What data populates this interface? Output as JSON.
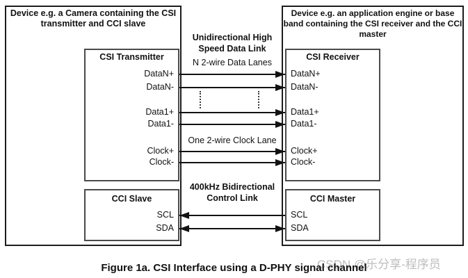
{
  "diagram": {
    "left_device": {
      "title": "Device e.g. a Camera containing the CSI transmitter and CCI slave",
      "csi_box": {
        "title": "CSI Transmitter",
        "signals": [
          "DataN+",
          "DataN-",
          "Data1+",
          "Data1-",
          "Clock+",
          "Clock-"
        ]
      },
      "cci_box": {
        "title": "CCI Slave",
        "signals": [
          "SCL",
          "SDA"
        ]
      }
    },
    "right_device": {
      "title": "Device e.g. an application engine or base band containing the CSI receiver and the CCI master",
      "csi_box": {
        "title": "CSI Receiver",
        "signals": [
          "DataN+",
          "DataN-",
          "Data1+",
          "Data1-",
          "Clock+",
          "Clock-"
        ]
      },
      "cci_box": {
        "title": "CCI Master",
        "signals": [
          "SCL",
          "SDA"
        ]
      }
    },
    "links": {
      "high_speed_label": "Unidirectional High Speed Data Link",
      "high_speed_sublabel": "N 2-wire Data Lanes",
      "clock_label": "One 2-wire Clock Lane",
      "control_label": "400kHz Bidirectional Control Link"
    },
    "caption": "Figure 1a. CSI Interface using a D-PHY signal channel",
    "watermark": "CSDN @乐分享-程序员",
    "colors": {
      "outer_border": "#1c1c1c",
      "inner_border": "#4a4a4a",
      "wire": "#121212",
      "watermark_gray": "#bdbdbd",
      "background": "#ffffff"
    }
  }
}
